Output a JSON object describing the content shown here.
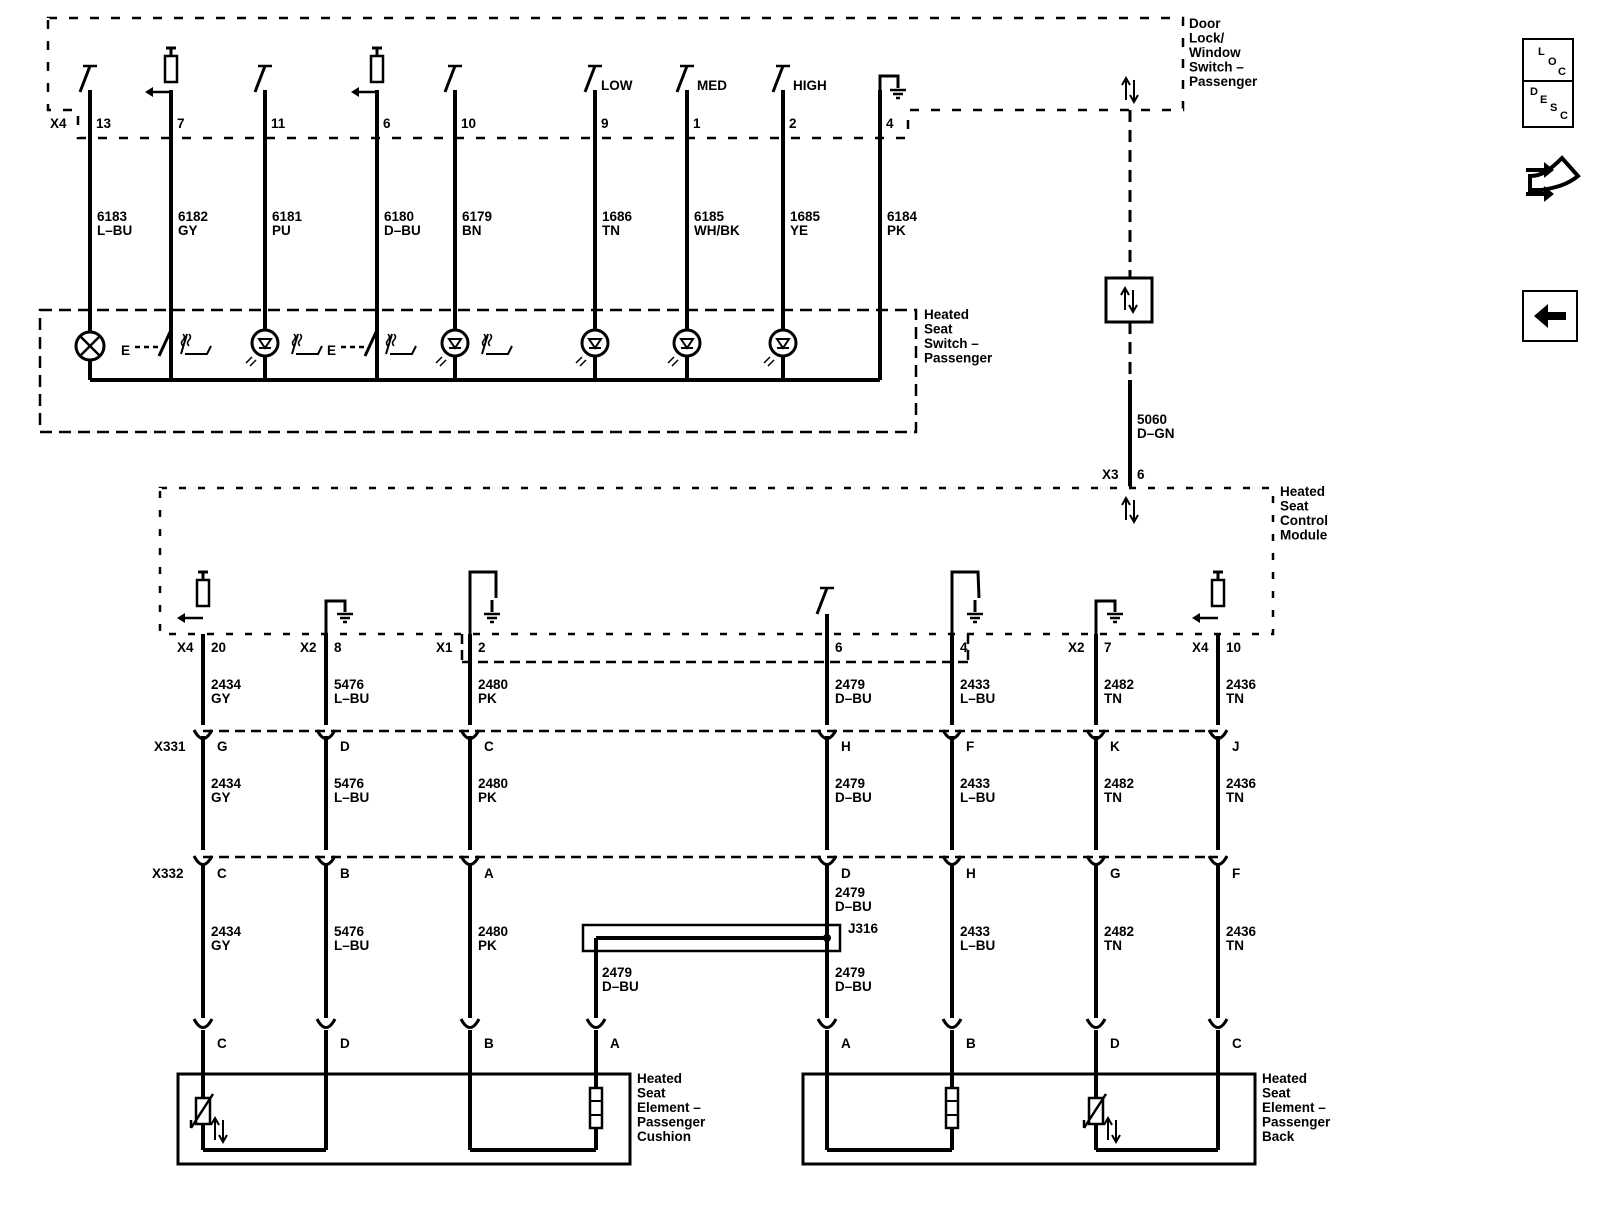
{
  "components": {
    "door_switch": [
      "Door",
      "Lock/",
      "Window",
      "Switch –",
      "Passenger"
    ],
    "seat_switch": [
      "Heated",
      "Seat",
      "Switch –",
      "Passenger"
    ],
    "control_module": [
      "Heated",
      "Seat",
      "Control",
      "Module"
    ],
    "cushion": [
      "Heated",
      "Seat",
      "Element –",
      "Passenger",
      "Cushion"
    ],
    "back": [
      "Heated",
      "Seat",
      "Element –",
      "Passenger",
      "Back"
    ]
  },
  "switch_labels": [
    "LOW",
    "MED",
    "HIGH"
  ],
  "connectors": {
    "x4_top": "X4",
    "x3": "X3",
    "x3_pin": "6",
    "x331": "X331",
    "x332": "X332",
    "j316": "J316",
    "mod": [
      "X4",
      "X2",
      "X1",
      "X2",
      "X4"
    ]
  },
  "top_pins": [
    "13",
    "7",
    "11",
    "6",
    "10",
    "9",
    "1",
    "2",
    "4"
  ],
  "top_circuits": [
    {
      "num": "6183",
      "color": "L–BU"
    },
    {
      "num": "6182",
      "color": "GY"
    },
    {
      "num": "6181",
      "color": "PU"
    },
    {
      "num": "6180",
      "color": "D–BU"
    },
    {
      "num": "6179",
      "color": "BN"
    },
    {
      "num": "1686",
      "color": "TN"
    },
    {
      "num": "6185",
      "color": "WH/BK"
    },
    {
      "num": "1685",
      "color": "YE"
    },
    {
      "num": "6184",
      "color": "PK"
    }
  ],
  "serial": {
    "num": "5060",
    "color": "D–GN"
  },
  "mod_pins": [
    "20",
    "8",
    "2",
    "6",
    "4",
    "7",
    "10"
  ],
  "bottom_circuits": [
    {
      "num": "2434",
      "color": "GY"
    },
    {
      "num": "5476",
      "color": "L–BU"
    },
    {
      "num": "2480",
      "color": "PK"
    },
    {
      "num": "2479",
      "color": "D–BU"
    },
    {
      "num": "2433",
      "color": "L–BU"
    },
    {
      "num": "2482",
      "color": "TN"
    },
    {
      "num": "2436",
      "color": "TN"
    }
  ],
  "x331_pins": [
    "G",
    "D",
    "C",
    "H",
    "F",
    "K",
    "J"
  ],
  "x332_pins": [
    "C",
    "B",
    "A",
    "D",
    "H",
    "G",
    "F"
  ],
  "element_pins": [
    "C",
    "D",
    "B",
    "A",
    "A",
    "B",
    "D",
    "C"
  ],
  "j316_branch": {
    "num": "2479",
    "color": "D–BU"
  },
  "sidebar": {
    "loc": [
      "L",
      "O",
      "C"
    ],
    "desc": [
      "D",
      "E",
      "S",
      "C"
    ]
  }
}
